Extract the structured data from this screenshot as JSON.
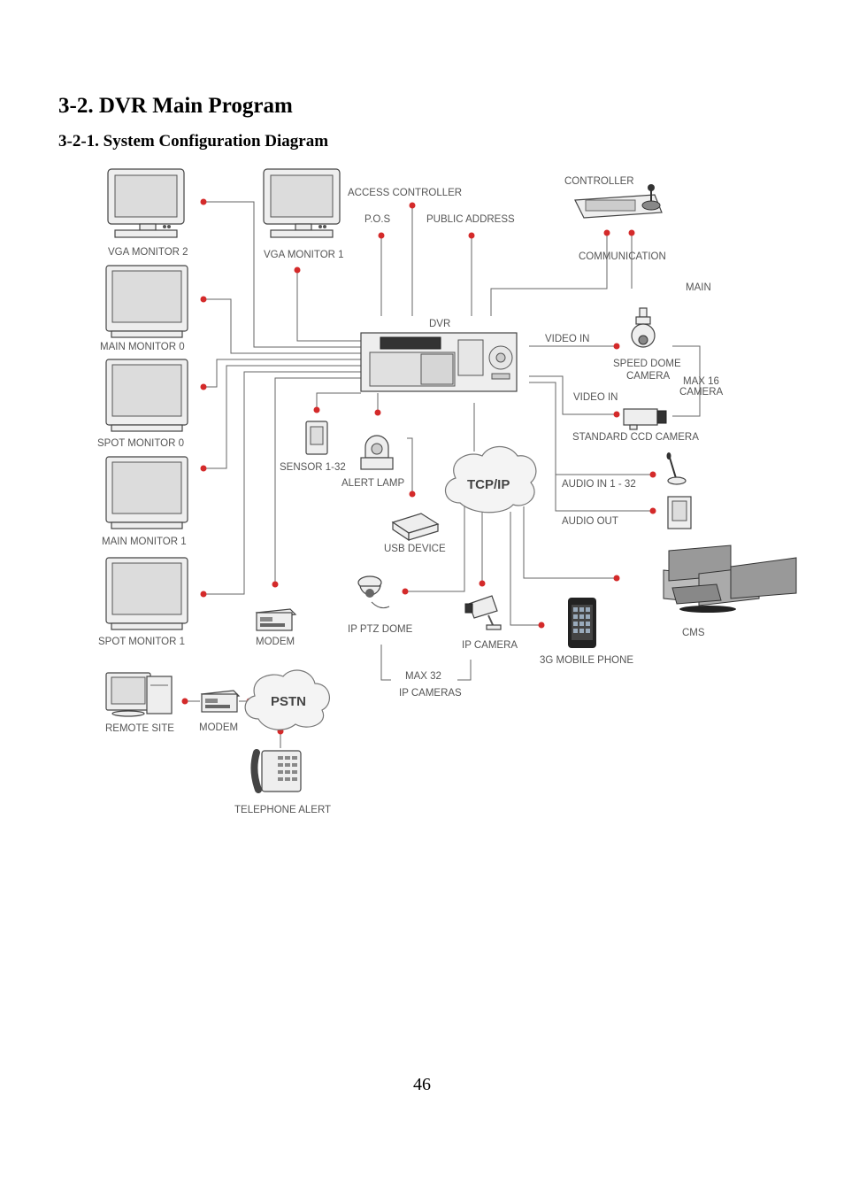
{
  "heading": {
    "section": "3-2.   DVR Main Program",
    "subsection": "3-2-1. System Configuration Diagram"
  },
  "diagram": {
    "left_column": {
      "vga_monitor_2": "VGA MONITOR 2",
      "vga_monitor_1": "VGA MONITOR 1",
      "main_monitor_0": "MAIN MONITOR 0",
      "spot_monitor_0": "SPOT MONITOR 0",
      "main_monitor_1": "MAIN MONITOR 1",
      "spot_monitor_1": "SPOT MONITOR 1"
    },
    "top": {
      "access_controller": "ACCESS CONTROLLER",
      "pos": "P.O.S",
      "public_address": "PUBLIC ADDRESS",
      "controller": "CONTROLLER",
      "communication": "COMMUNICATION",
      "main": "MAIN"
    },
    "center": {
      "dvr": "DVR",
      "sensor": "SENSOR 1-32",
      "alert_lamp": "ALERT LAMP",
      "usb_device": "USB DEVICE",
      "tcp_ip": "TCP/IP"
    },
    "right": {
      "video_in_1": "VIDEO IN",
      "speed_dome_1": "SPEED DOME",
      "speed_dome_2": "CAMERA",
      "max16_1": "MAX 16",
      "max16_2": "CAMERA",
      "video_in_2": "VIDEO IN",
      "standard_ccd": "STANDARD CCD CAMERA",
      "audio_in": "AUDIO IN 1 - 32",
      "audio_out": "AUDIO OUT",
      "cms": "CMS",
      "mobile_phone": "3G MOBILE PHONE"
    },
    "network": {
      "ip_ptz_dome": "IP PTZ DOME",
      "ip_camera": "IP CAMERA",
      "max32_1": "MAX 32",
      "max32_2": "IP CAMERAS"
    },
    "pstn_area": {
      "modem_top": "MODEM",
      "remote_site": "REMOTE SITE",
      "modem_bottom": "MODEM",
      "pstn": "PSTN",
      "telephone_alert": "TELEPHONE ALERT"
    }
  },
  "footer": {
    "page_number": "46"
  }
}
